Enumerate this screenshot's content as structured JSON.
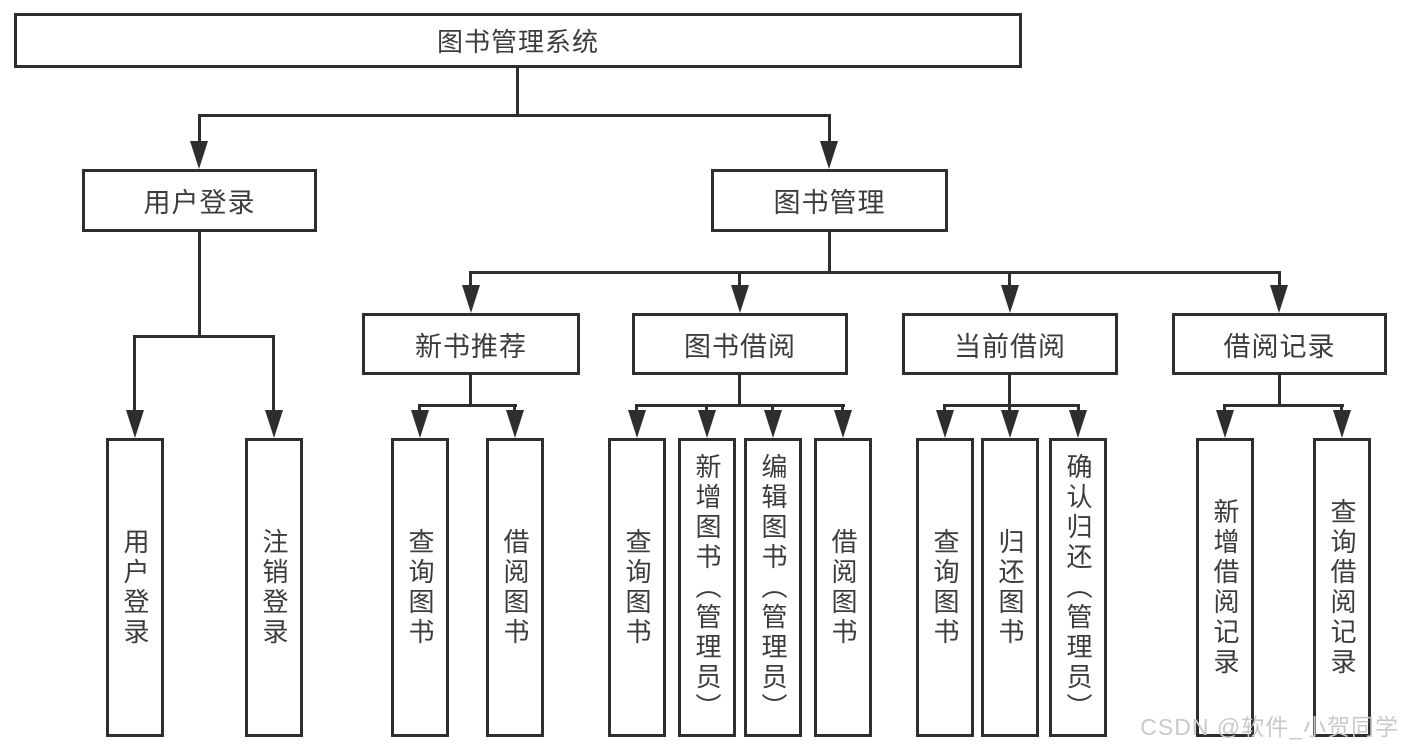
{
  "tree": {
    "label": "图书管理系统",
    "children": [
      {
        "label": "用户登录",
        "children": [
          {
            "label": "用户登录"
          },
          {
            "label": "注销登录"
          }
        ]
      },
      {
        "label": "图书管理",
        "children": [
          {
            "label": "新书推荐",
            "children": [
              {
                "label": "查询图书"
              },
              {
                "label": "借阅图书"
              }
            ]
          },
          {
            "label": "图书借阅",
            "children": [
              {
                "label": "查询图书"
              },
              {
                "label": "新增图书（管理员）"
              },
              {
                "label": "编辑图书（管理员）"
              },
              {
                "label": "借阅图书"
              }
            ]
          },
          {
            "label": "当前借阅",
            "children": [
              {
                "label": "查询图书"
              },
              {
                "label": "归还图书"
              },
              {
                "label": "确认归还（管理员）"
              }
            ]
          },
          {
            "label": "借阅记录",
            "children": [
              {
                "label": "新增借阅记录"
              },
              {
                "label": "查询借阅记录"
              }
            ]
          }
        ]
      }
    ]
  },
  "watermark": "CSDN @软件_小贺同学",
  "colors": {
    "line": "#2e2e2e",
    "text": "#3c3c3c",
    "background": "#ffffff",
    "watermark": "#c9c9c9"
  }
}
